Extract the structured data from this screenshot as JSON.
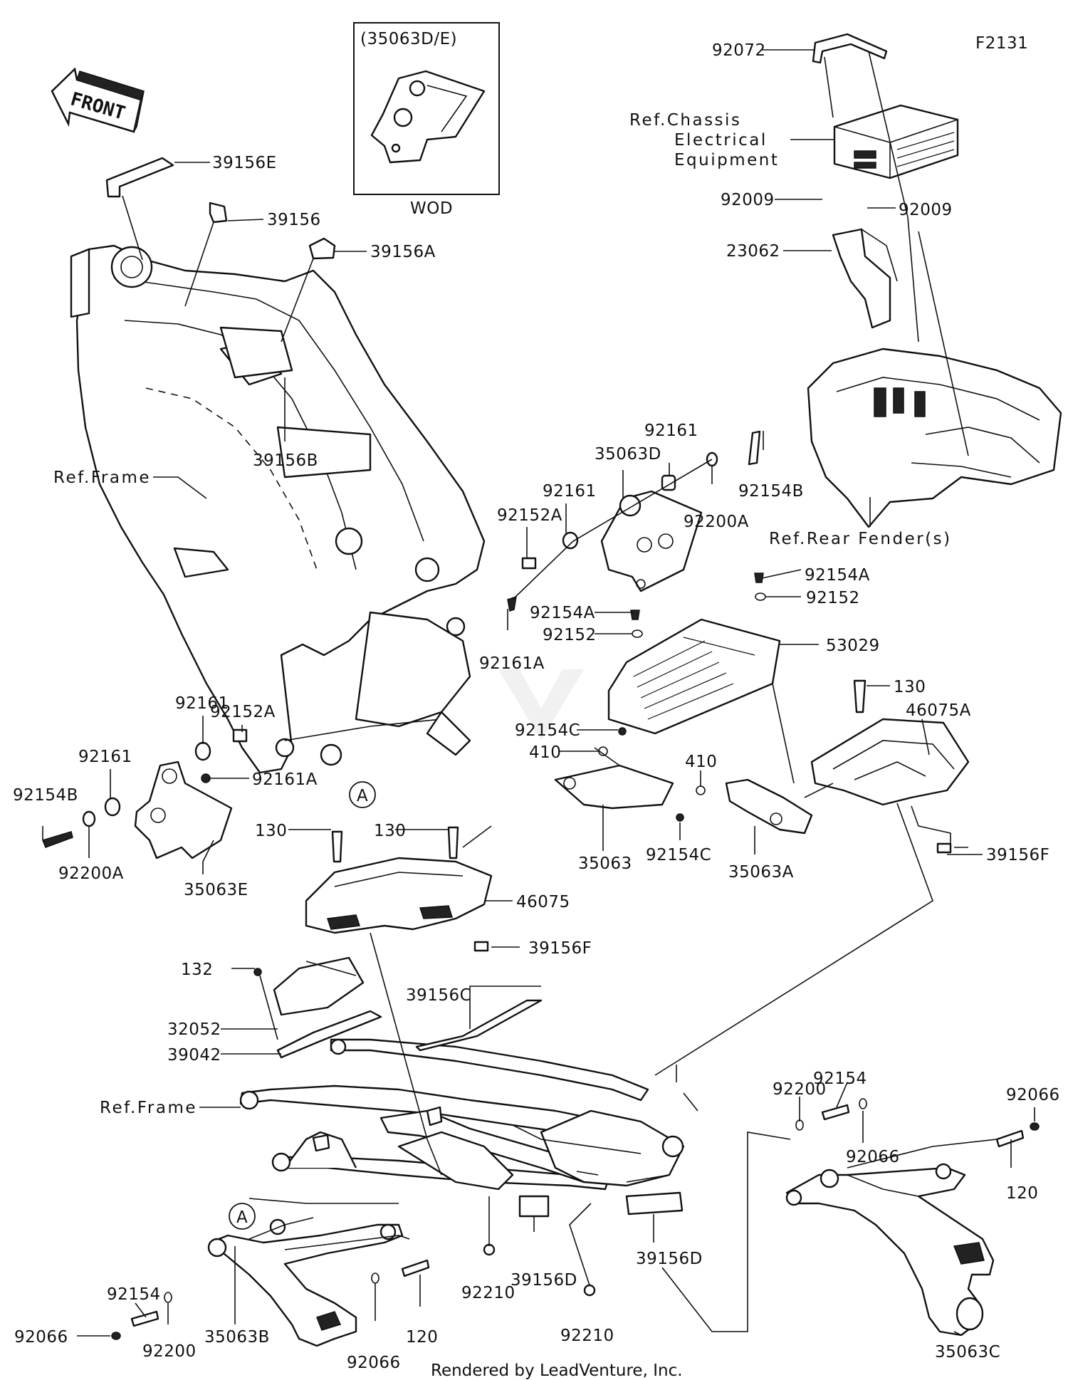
{
  "figure_code": "F2131",
  "inset": {
    "title": "(35063D/E)",
    "caption": "WOD"
  },
  "front_badge": "FRONT",
  "footer": "Rendered by LeadVenture, Inc.",
  "circle_marker": "A",
  "refs": {
    "chassis_line1": "Ref.Chassis",
    "chassis_line2": "Electrical",
    "chassis_line3": "Equipment",
    "frame_upper": "Ref.Frame",
    "frame_lower": "Ref.Frame",
    "rear_fender": "Ref.Rear Fender(s)"
  },
  "labels": {
    "p92072": "92072",
    "p39156E": "39156E",
    "p39156": "39156",
    "p39156A": "39156A",
    "p39156B": "39156B",
    "p92009_l": "92009",
    "p92009_r": "92009",
    "p23062": "23062",
    "p92161_top": "92161",
    "p35063D": "35063D",
    "p92161_mid": "92161",
    "p92152A_top": "92152A",
    "p92154B_top": "92154B",
    "p92200A_top": "92200A",
    "p92154A_r": "92154A",
    "p92152_r": "92152",
    "p92154A_c": "92154A",
    "p92152_c": "92152",
    "p92161A_c": "92161A",
    "p53029": "53029",
    "p130_r": "130",
    "p46075A": "46075A",
    "p92152A_l": "92152A",
    "p92161_l1": "92161",
    "p92161_l2": "92161",
    "p92161A_l": "92161A",
    "p92154B_l": "92154B",
    "p92200A_l": "92200A",
    "p35063E": "35063E",
    "p92154C_t": "92154C",
    "p410_l": "410",
    "p410_r": "410",
    "p35063": "35063",
    "p92154C_b": "92154C",
    "p35063A": "35063A",
    "p39156F_r": "39156F",
    "p130_a": "130",
    "p130_b": "130",
    "p46075": "46075",
    "p39156F_c": "39156F",
    "p132": "132",
    "p32052": "32052",
    "p39042": "39042",
    "p39156C": "39156C",
    "p92154_r": "92154",
    "p92200_r": "92200",
    "p92066_r1": "92066",
    "p92066_r2": "92066",
    "p120_r": "120",
    "p39156D_c": "39156D",
    "p39156D_r": "39156D",
    "p92210_l": "92210",
    "p92210_r": "92210",
    "p92154_l": "92154",
    "p92066_l": "92066",
    "p92200_l": "92200",
    "p35063B": "35063B",
    "p92066_b": "92066",
    "p120_b": "120",
    "p35063C": "35063C"
  },
  "colors": {
    "ink": "#111111",
    "paper": "#ffffff",
    "watermark": "#e4e4e4"
  }
}
